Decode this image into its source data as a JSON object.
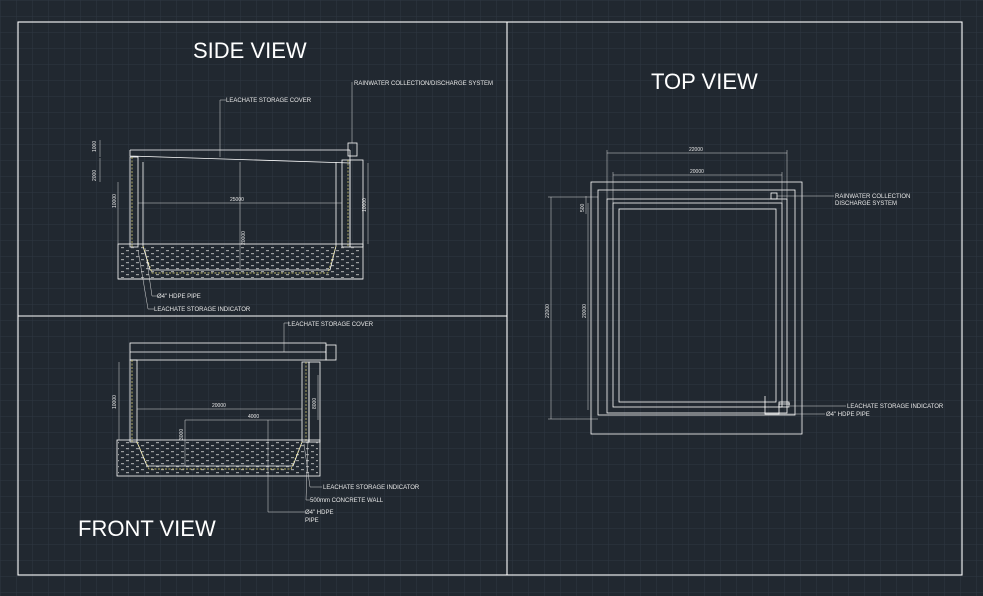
{
  "views": {
    "side": {
      "title": "SIDE VIEW",
      "labels": {
        "cover": "LEACHATE STORAGE COVER",
        "rain": "RAINWATER COLLECTION/DISCHARGE SYSTEM",
        "pipe": "Ø4\" HDPE PIPE",
        "indicator": "LEACHATE STORAGE INDICATOR"
      },
      "dims": {
        "width": "25000",
        "depth": "20000",
        "h1": "1000",
        "h2": "2000",
        "h3": "10000",
        "h4": "10000"
      }
    },
    "front": {
      "title": "FRONT VIEW",
      "labels": {
        "cover": "LEACHATE STORAGE COVER",
        "indicator": "LEACHATE STORAGE INDICATOR",
        "wall": "500mm CONCRETE WALL",
        "pipe1": "Ø4\" HDPE",
        "pipe2": "PIPE"
      },
      "dims": {
        "width": "20000",
        "inner": "4000",
        "h1": "10000",
        "h2": "8000",
        "h3": "3000"
      }
    },
    "top": {
      "title": "TOP VIEW",
      "labels": {
        "rain1": "RAINWATER COLLECTION",
        "rain2": "DISCHARGE SYSTEM",
        "indicator": "LEACHATE STORAGE INDICATOR",
        "pipe": "Ø4\" HDPE PIPE"
      },
      "dims": {
        "outer_w": "22000",
        "inner_w": "20000",
        "outer_h": "22000",
        "inner_h": "20000",
        "small": "500"
      }
    }
  },
  "colors": {
    "background": "#212830",
    "grid": "#2d3641",
    "line": "#ffffff",
    "indicator": "#e8dc7a"
  }
}
